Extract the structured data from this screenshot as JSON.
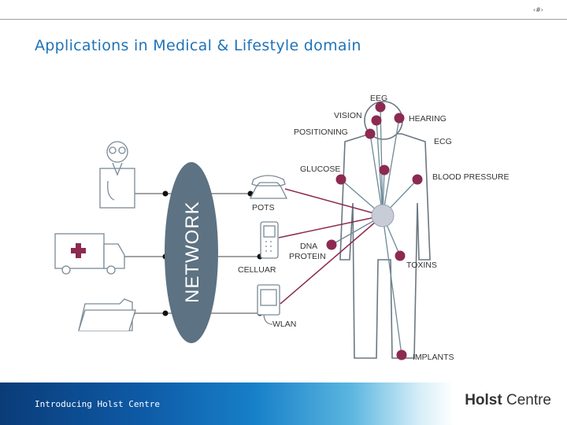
{
  "page_number": "‹#›",
  "slide": {
    "title": "Applications in Medical & Lifestyle domain"
  },
  "diagram": {
    "network_label": "NETWORK",
    "devices": {
      "pots": "POTS",
      "cellular": "CELLUAR",
      "wlan": "WLAN"
    },
    "sensors": {
      "eeg": "EEG",
      "vision": "VISION",
      "hearing": "HEARING",
      "positioning": "POSITIONING",
      "ecg": "ECG",
      "glucose": "GLUCOSE",
      "blood_pressure": "BLOOD PRESSURE",
      "dna": "DNA",
      "protein": "PROTEIN",
      "toxins": "TOXINS",
      "implants": "IMPLANTS"
    }
  },
  "footer": {
    "text": "Introducing Holst Centre",
    "logo_bold": "Holst",
    "logo_rest": " Centre"
  },
  "colors": {
    "title": "#1f73b7",
    "node": "#8c2a52",
    "network": "#5d7282",
    "hub": "#c8ccd6",
    "line": "#6d8a98"
  }
}
